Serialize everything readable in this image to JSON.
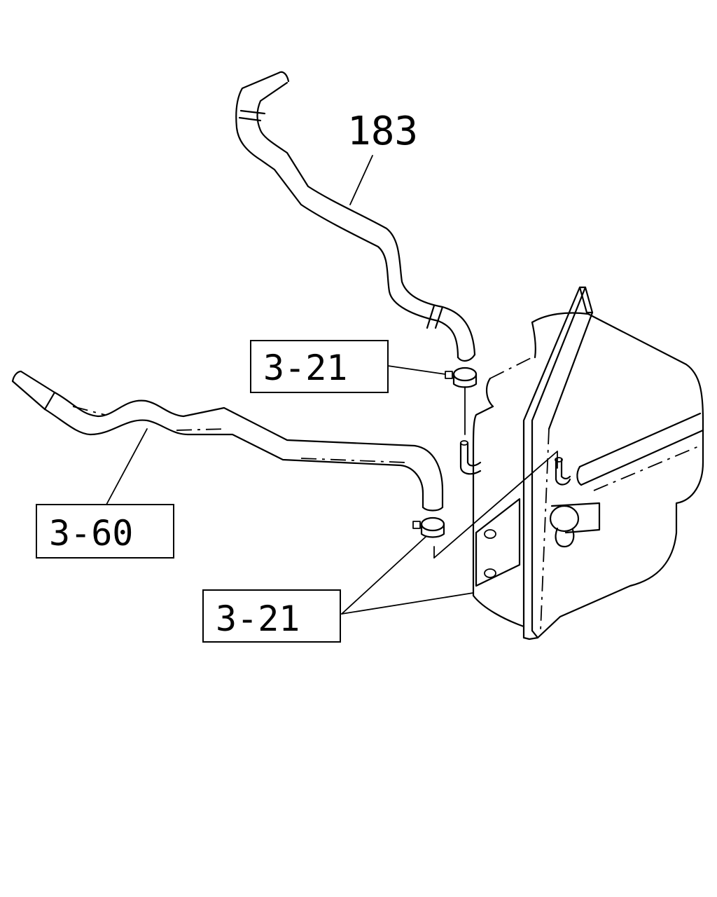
{
  "callouts": {
    "hose_upper": "183",
    "clamp_upper": "3-21",
    "hose_lower": "3-60",
    "clamp_lower": "3-21"
  }
}
